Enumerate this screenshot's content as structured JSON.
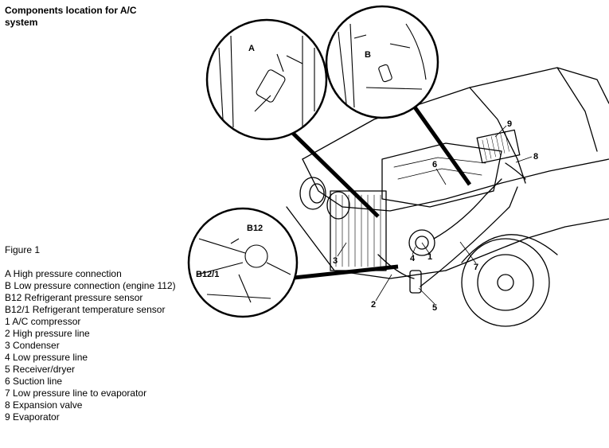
{
  "document": {
    "title": "Components location for A/C system",
    "figure_label": "Figure 1",
    "legend": [
      "A High pressure connection",
      "B Low pressure connection (engine 112)",
      "B12 Refrigerant pressure sensor",
      "B12/1 Refrigerant temperature sensor",
      "1 A/C compressor",
      "2 High pressure line",
      "3 Condenser",
      "4 Low pressure line",
      "5 Receiver/dryer",
      "6 Suction line",
      "7 Low pressure line to evaporator",
      "8 Expansion valve",
      "9 Evaporator"
    ]
  },
  "illustration": {
    "callouts": {
      "a": "A",
      "b": "B",
      "b12": "B12",
      "b12_1": "B12/1",
      "n1": "1",
      "n2": "2",
      "n3": "3",
      "n4": "4",
      "n5": "5",
      "n6": "6",
      "n7": "7",
      "n8": "8",
      "n9": "9"
    }
  }
}
